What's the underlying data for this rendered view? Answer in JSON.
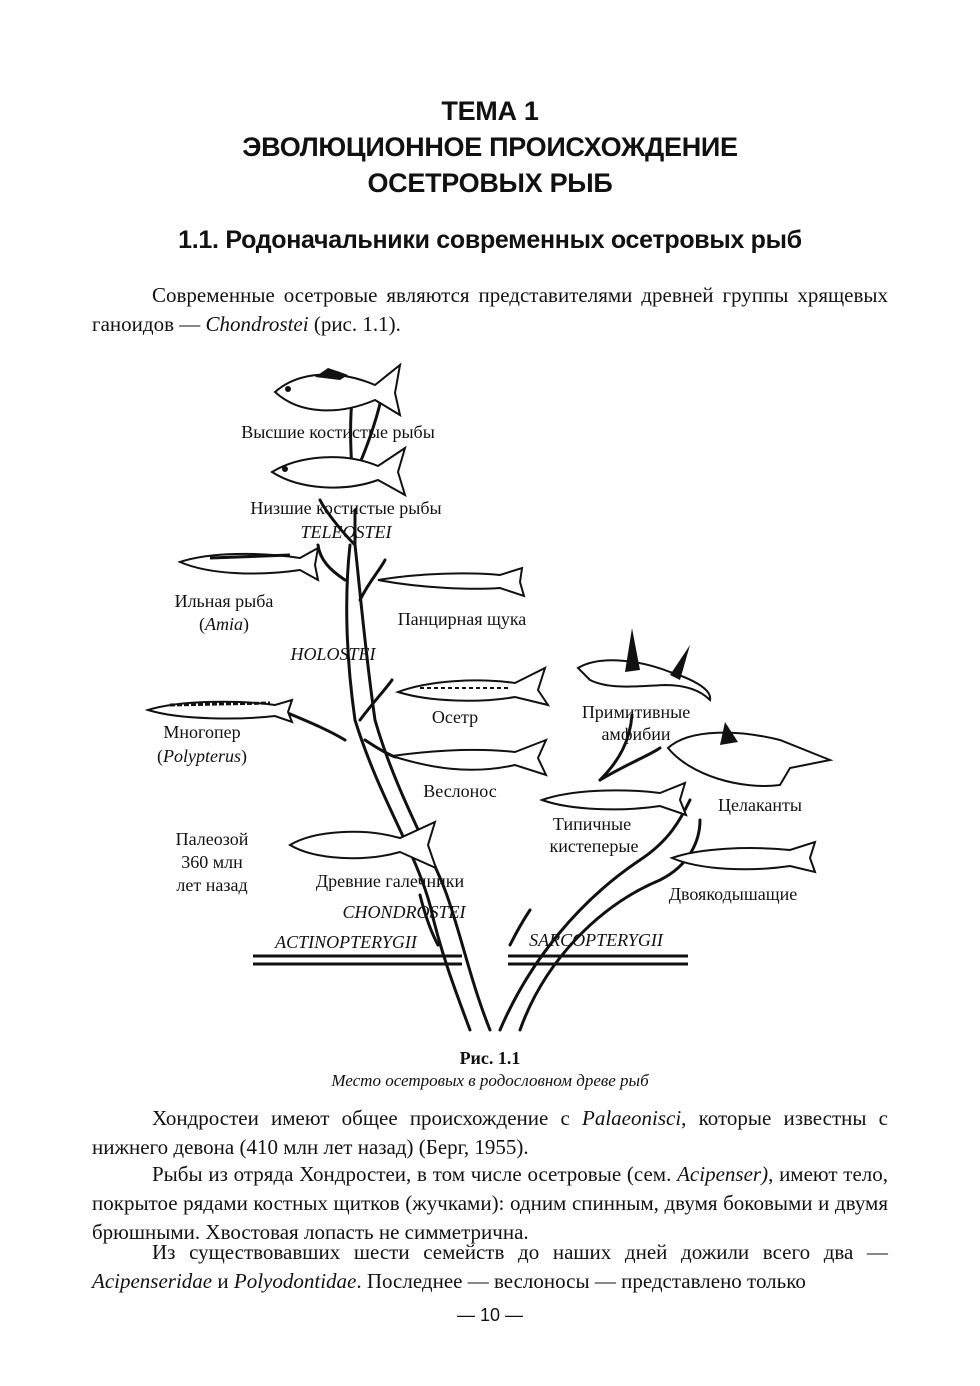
{
  "heading": {
    "line1": "ТЕМА 1",
    "line2": "ЭВОЛЮЦИОННОЕ ПРОИСХОЖДЕНИЕ",
    "line3": "ОСЕТРОВЫХ РЫБ"
  },
  "section_title": "1.1. Родоначальники современных осетровых рыб",
  "intro": {
    "text": "Современные осетровые являются представителями древней группы хрящевых ганоидов — ",
    "italic": "Chondrostei",
    "tail": " (рис. 1.1)."
  },
  "figure": {
    "labels": {
      "higher_teleosts": "Высшие костистые рыбы",
      "lower_teleosts": "Низшие костистые рыбы",
      "teleostei": "TELEOSTEI",
      "amia_1": "Ильная рыба",
      "amia_open": "(",
      "amia_2": "Amia",
      "amia_close": ")",
      "gar": "Панцирная щука",
      "holostei": "HOLOSTEI",
      "sturgeon": "Осетр",
      "primitive_amphibians_1": "Примитивные",
      "primitive_amphibians_2": "амфибии",
      "bichir_1": "Многопер",
      "bichir_open": "(",
      "bichir_2": "Polypterus",
      "bichir_close": ")",
      "paddlefish": "Веслонос",
      "coelacanths": "Целаканты",
      "paleozoic_1": "Палеозой",
      "paleozoic_2": "360 млн",
      "paleozoic_3": "лет назад",
      "typical_crossopterygians_1": "Типичные",
      "typical_crossopterygians_2": "кистеперые",
      "ancient_palaeonisci": "Древние галечники",
      "lungfish": "Двоякодышащие",
      "chondrostei": "CHONDROSTEI",
      "actinopterygii": "ACTINOPTERYGII",
      "sarcopterygii": "SARCOPTERYGII"
    },
    "caption_number": "Рис. 1.1",
    "caption_text": "Место осетровых в родословном древе рыб"
  },
  "para2": {
    "a": "Хондростеи имеют общее происхождение с ",
    "b": "Palaeonisci",
    "c": ", которые известны с нижнего девона (410 млн лет назад) (Берг, 1955)."
  },
  "para3": {
    "a": "Рыбы из отряда Хондростеи, в том числе осетровые (сем. ",
    "b": "Acipenser)",
    "c": ", имеют тело, покрытое рядами костных щитков (жучками): одним спинным, двумя боковыми и двумя брюшными. Хвостовая лопасть не симметрична."
  },
  "para4": {
    "a": "Из существовавших шести семейств до наших дней дожили всего два — ",
    "b": "Acipenseridae",
    "c": " и ",
    "d": "Polyodontidae",
    "e": ". Последнее — веслоносы — представлено только"
  },
  "page_number": "— 10 —"
}
